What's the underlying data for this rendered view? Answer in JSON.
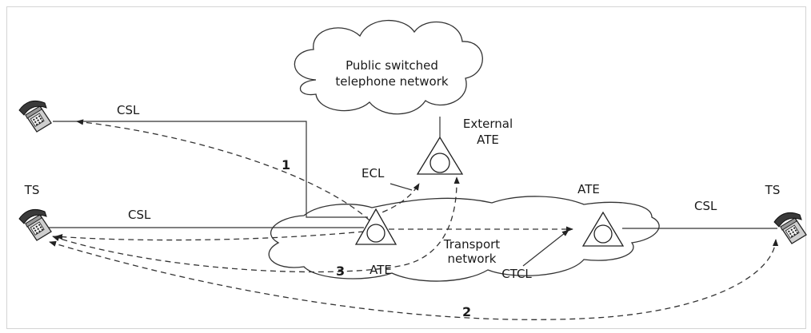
{
  "clouds": {
    "pstn": "Public switched telephone network",
    "pstn_line1": "Public switched",
    "pstn_line2": "telephone network",
    "transport": "Transport network",
    "transport_line1": "Transport",
    "transport_line2": "network"
  },
  "labels": {
    "csl_top": "CSL",
    "csl_left": "CSL",
    "csl_right": "CSL",
    "external_ate_line1": "External",
    "external_ate_line2": "ATE",
    "ecl": "ECL",
    "ate_center": "ATE",
    "ate_right": "ATE",
    "ts_left": "TS",
    "ts_right": "TS",
    "ctcl": "CTCL"
  },
  "paths": {
    "path1": "1",
    "path2": "2",
    "path3": "3"
  },
  "icons": {
    "phone": "telephone-icon",
    "switch": "ate-switch-icon"
  }
}
